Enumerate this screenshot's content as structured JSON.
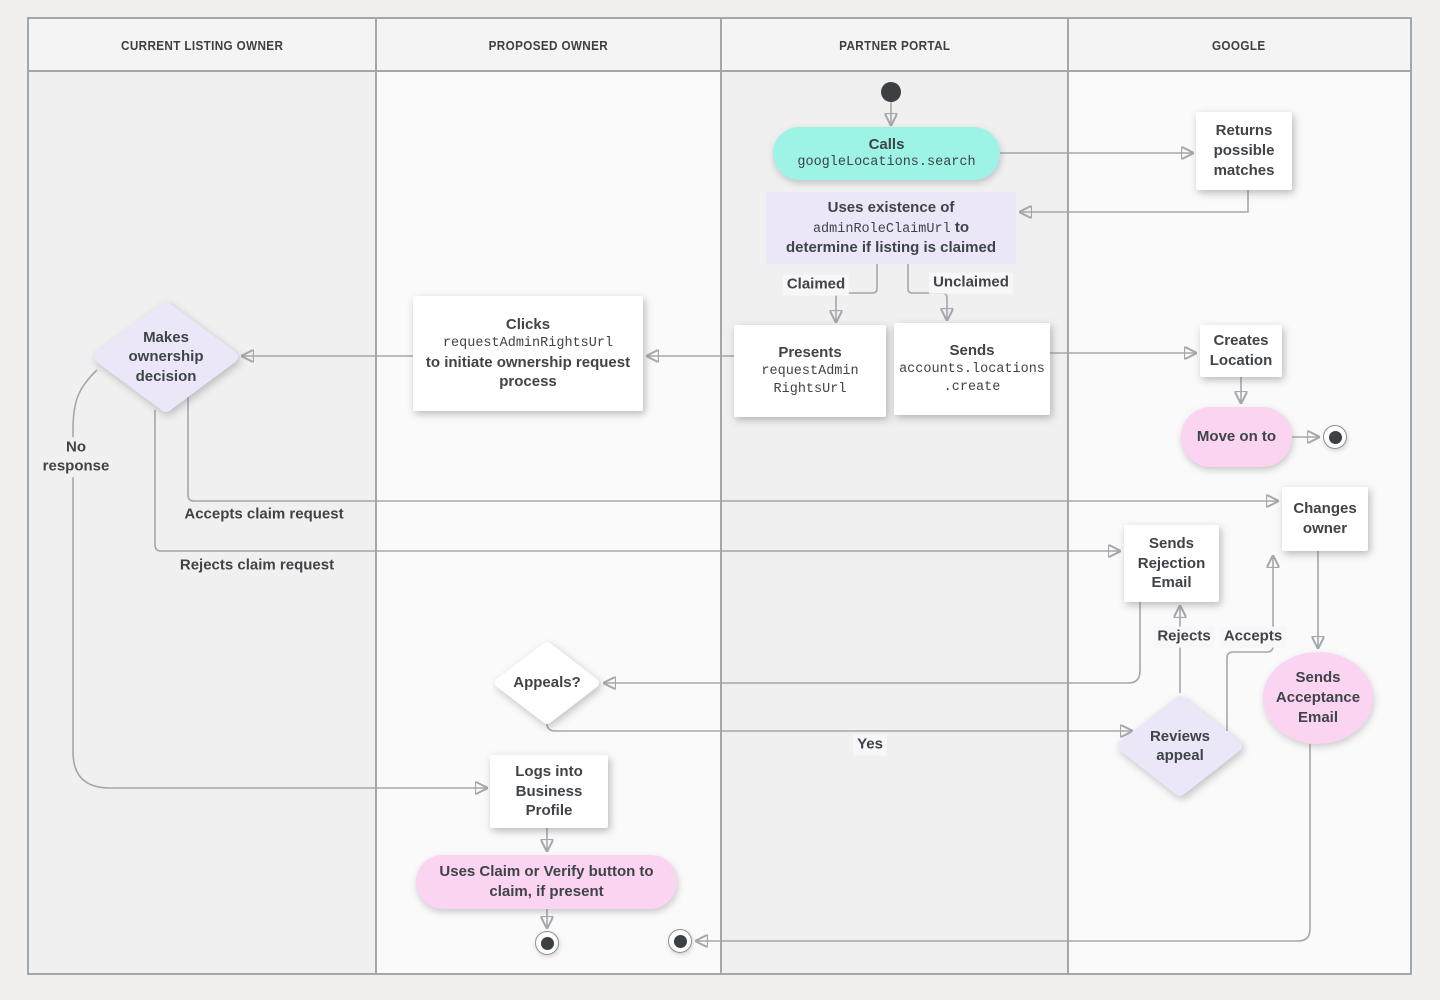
{
  "lanes": [
    {
      "label": "CURRENT LISTING OWNER"
    },
    {
      "label": "PROPOSED OWNER"
    },
    {
      "label": "PARTNER PORTAL"
    },
    {
      "label": "GOOGLE"
    }
  ],
  "nodes": {
    "calls": {
      "title": "Calls",
      "code": "googleLocations.search"
    },
    "returns_matches": {
      "label": "Returns possible matches"
    },
    "uses_existence": {
      "pre": "Uses existence of",
      "code": "adminRoleClaimUrl",
      "mid": "to",
      "post": "determine if listing is claimed"
    },
    "presents": {
      "title": "Presents",
      "code": [
        "requestAdmin",
        "RightsUrl"
      ]
    },
    "sends_create": {
      "title": "Sends",
      "code": [
        "accounts.locations",
        ".create"
      ]
    },
    "clicks": {
      "title": "Clicks",
      "code": "requestAdminRightsUrl",
      "post": "to initiate ownership request process"
    },
    "makes_decision": {
      "label": "Makes ownership decision"
    },
    "creates_location": {
      "label": "Creates Location"
    },
    "move_on": {
      "label": "Move on to"
    },
    "changes_owner": {
      "label": "Changes owner"
    },
    "sends_rejection": {
      "label": "Sends Rejection Email"
    },
    "sends_acceptance": {
      "label": "Sends Acceptance Email"
    },
    "appeals": {
      "label": "Appeals?"
    },
    "reviews_appeal": {
      "label": "Reviews appeal"
    },
    "logs_in": {
      "label": "Logs into Business Profile"
    },
    "uses_claim": {
      "label": "Uses Claim or Verify button to claim, if present"
    }
  },
  "edge_labels": {
    "claimed": "Claimed",
    "unclaimed": "Unclaimed",
    "no_response": "No response",
    "accepts_claim": "Accepts claim request",
    "rejects_claim": "Rejects claim request",
    "rejects": "Rejects",
    "accepts": "Accepts",
    "yes": "Yes"
  },
  "colors": {
    "teal": "#9ef3e7",
    "lavender": "#ebe6f8",
    "pink": "#fad4f1",
    "line_gray": "#a4a8ac",
    "arrow_gray": "#82878c",
    "text_dark": "#3f4449",
    "lane_gray": "#f0f0f0",
    "lane_white": "#fafafa",
    "node_dark": "#3b4045"
  }
}
